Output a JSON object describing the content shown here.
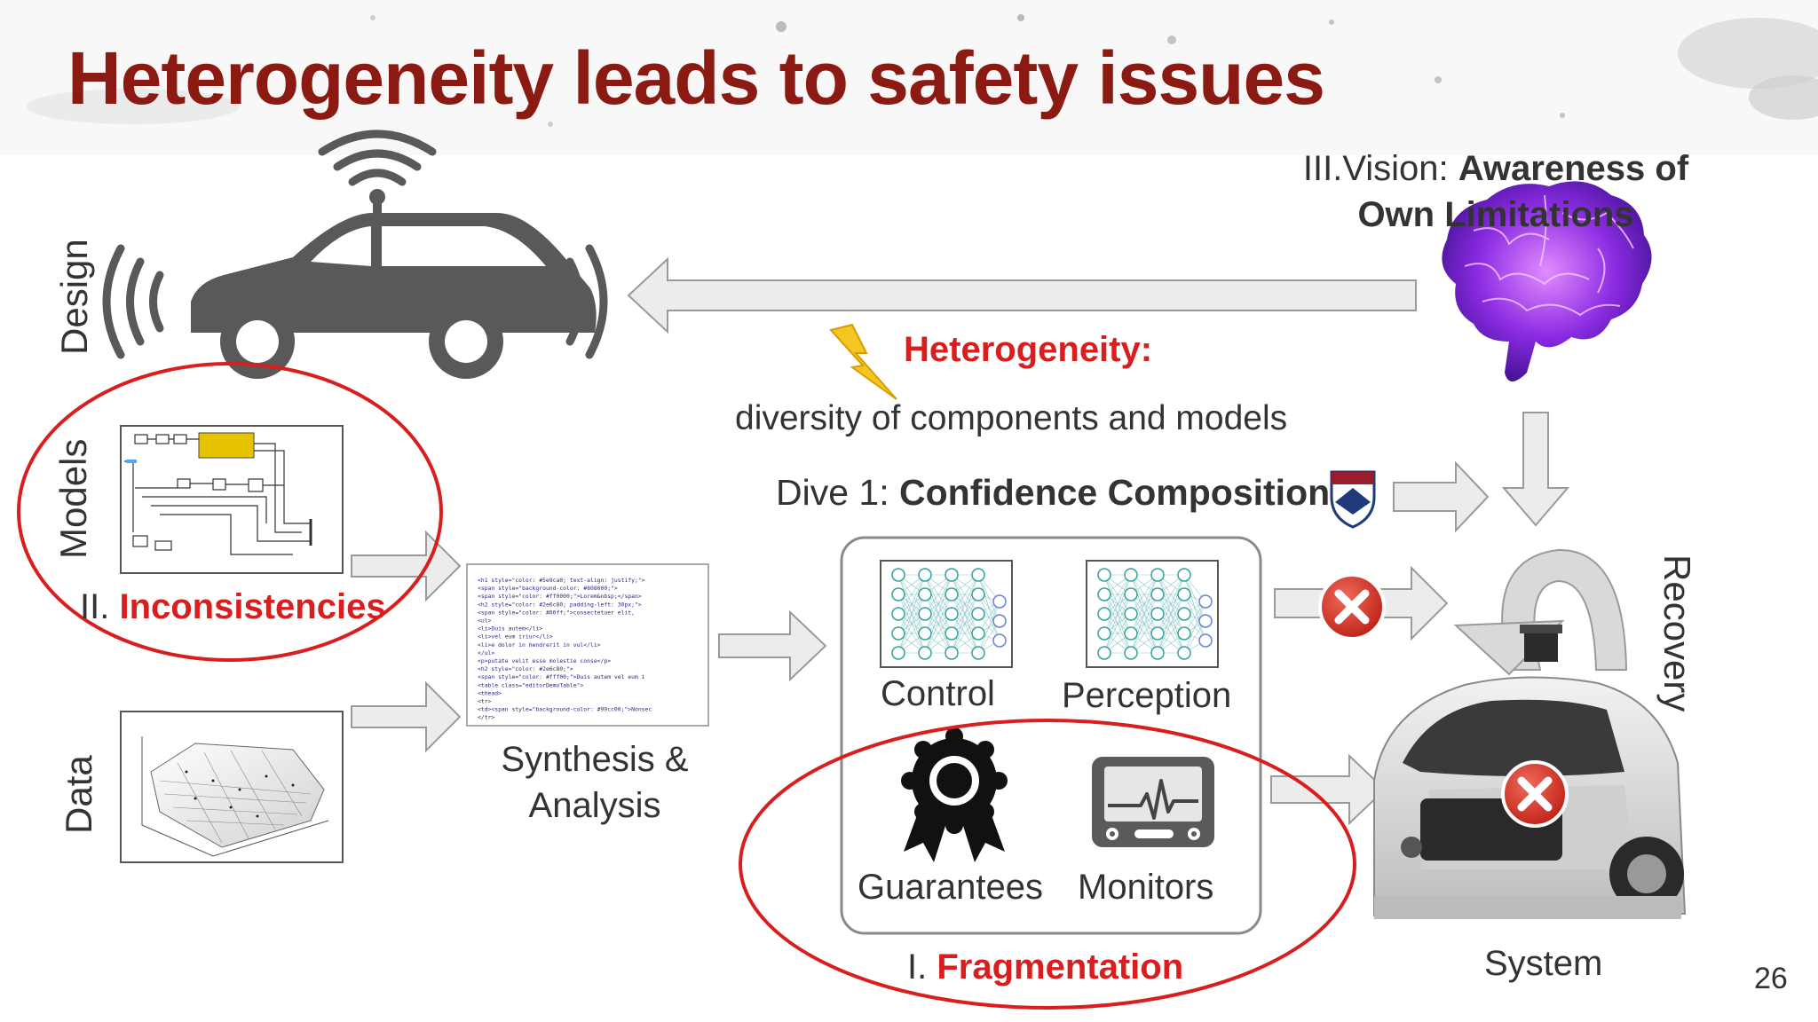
{
  "slide": {
    "title": "Heterogeneity leads to safety issues",
    "page_number": "26"
  },
  "side_labels": {
    "design": "Design",
    "models": "Models",
    "data": "Data",
    "recovery": "Recovery"
  },
  "vision": {
    "prefix": "III.Vision: ",
    "emphasis_line1": "Awareness of",
    "emphasis_line2": "Own Limitations"
  },
  "heterogeneity": {
    "label": "Heterogeneity:",
    "description": "diversity of components and models"
  },
  "dive": {
    "prefix": "Dive 1: ",
    "emphasis": "Confidence Composition"
  },
  "inconsistencies": {
    "numeral": "II. ",
    "label": "Inconsistencies"
  },
  "synthesis": {
    "line1": "Synthesis &",
    "line2": "Analysis"
  },
  "components": {
    "control": "Control",
    "perception": "Perception",
    "guarantees": "Guarantees",
    "monitors": "Monitors"
  },
  "fragmentation": {
    "numeral": "I. ",
    "label": "Fragmentation"
  },
  "system_label": "System",
  "code_lines": [
    "<h1 style=\"color: #5e9ca0; text-align: justify;\">",
    "  <span style=\"background-color: #808000;\">",
    "    <span style=\"color: #ff0000;\">Lorem&nbsp;</span>",
    "<h2 style=\"color: #2e6c80; padding-left: 30px;\">",
    "    <span style=\"color: #00ff;\">consectetuer elit,",
    "<ul>",
    "<li>Duis autem</li>",
    "<li>vel eum iriur</li>",
    "<li>e dolor in hendrerit in vul</li>",
    "</ul>",
    "<p>putate velit esse molestie conse</p>",
    "<h2 style=\"color: #2e6c80;\">",
    "  <span style=\"color: #fff00;\">Duis autem vel eum i",
    "<table class=\"editorDemoTable\">",
    "<thead>",
    "<tr>",
    "<td><span style=\"background-color: #99cc00;\">Nonsec",
    "</tr>"
  ],
  "icons": {
    "car": "connected-car-icon",
    "brain": "brain-icon",
    "lightning": "lightning-bolt-icon",
    "shield": "penn-shield-icon",
    "error": "error-x-icon",
    "ribbon": "award-ribbon-icon",
    "monitor": "heart-monitor-icon",
    "nn": "neural-network-icon"
  },
  "colors": {
    "title": "#8b1a12",
    "accent_red": "#d81e1e",
    "text": "#333333",
    "arrow_fill": "#ececec",
    "arrow_stroke": "#9a9a9a"
  }
}
